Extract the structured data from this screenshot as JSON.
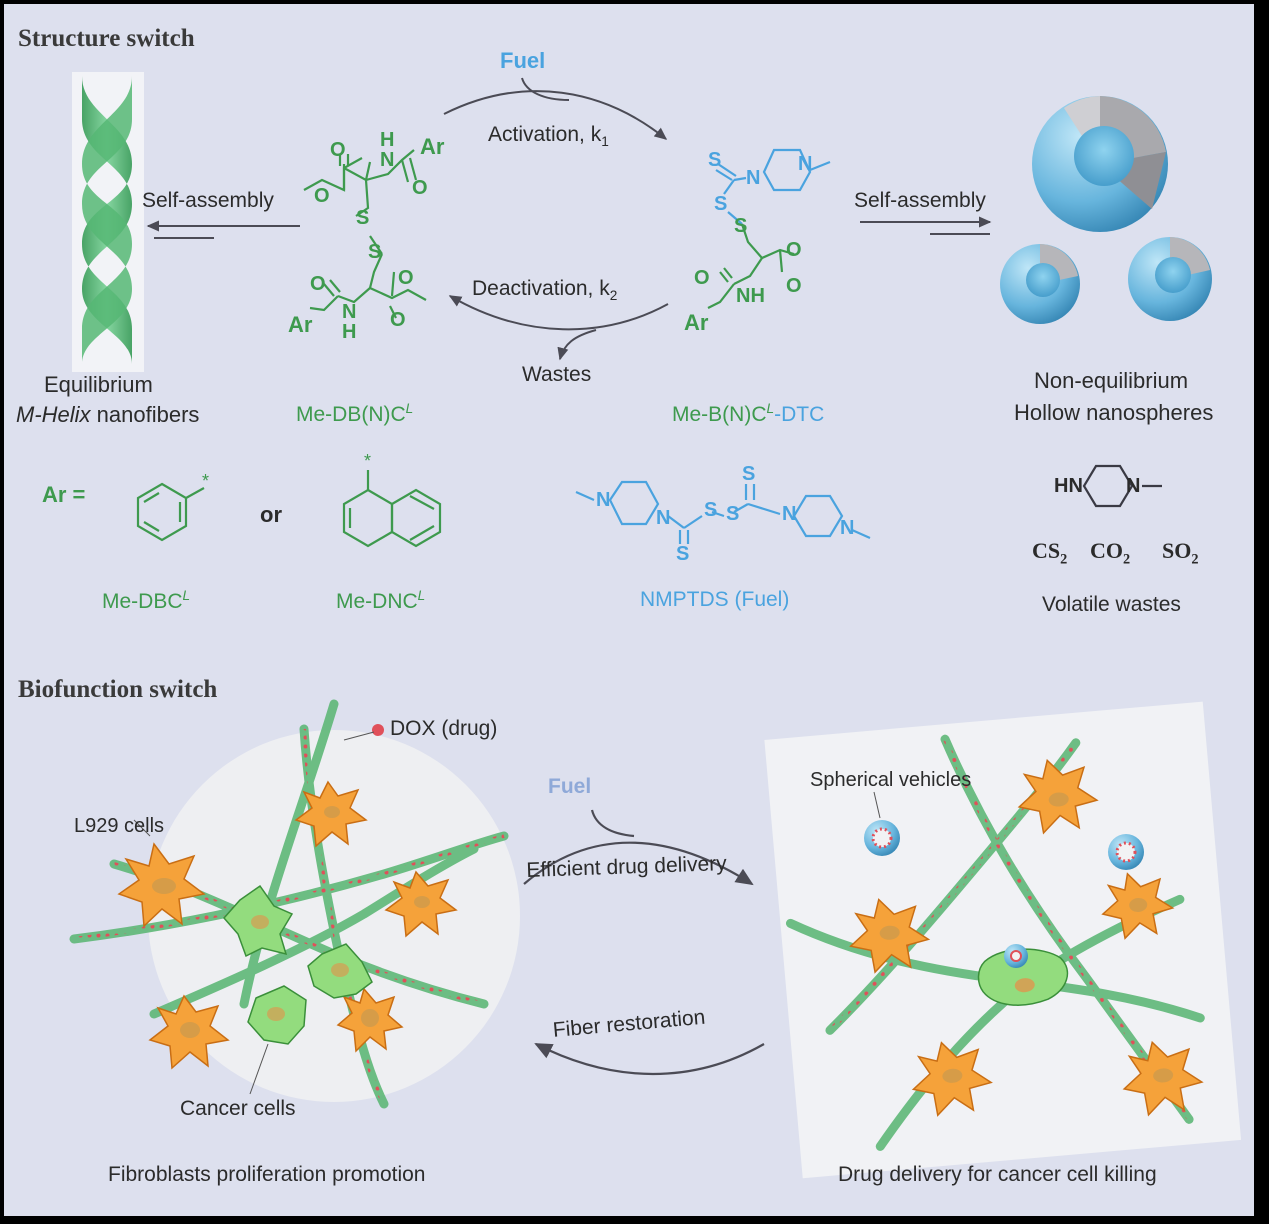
{
  "headings": {
    "structure": "Structure switch",
    "biofunction": "Biofunction switch"
  },
  "top": {
    "fuel": "Fuel",
    "activation": "Activation, k",
    "activation_sub": "1",
    "deactivation": "Deactivation, k",
    "deactivation_sub": "2",
    "wastes": "Wastes",
    "self_assembly_left": "Self-assembly",
    "self_assembly_right": "Self-assembly",
    "equilibrium_line1": "Equilibrium",
    "equilibrium_line2_italic": "M-Helix",
    "equilibrium_line2_rest": " nanofibers",
    "nonequilibrium_line1": "Non-equilibrium",
    "nonequilibrium_line2": "Hollow nanospheres",
    "left_molecule": "Me-DB(N)C",
    "left_molecule_sup": "L",
    "right_molecule": "Me-B(N)C",
    "right_molecule_sup": "L",
    "right_molecule_suffix": "-DTC"
  },
  "chem": {
    "ar": "Ar",
    "ar_eq": "Ar =",
    "or": "or",
    "o": "O",
    "s": "S",
    "h": "H",
    "n": "N",
    "nh": "NH",
    "hn": "HN",
    "star": "*",
    "dbc": "Me-DBC",
    "dbc_sup": "L",
    "dnc": "Me-DNC",
    "dnc_sup": "L",
    "fuel_name": "NMPTDS (Fuel)",
    "cs2": "CS",
    "co2": "CO",
    "so2": "SO",
    "two": "2",
    "volatile": "Volatile wastes"
  },
  "bottom": {
    "dox": "DOX (drug)",
    "l929": "L929 cells",
    "cancer": "Cancer cells",
    "fibro": "Fibroblasts proliferation promotion",
    "fuel": "Fuel",
    "efficient": "Efficient drug delivery",
    "fiber": "Fiber restoration",
    "vehicles": "Spherical vehicles",
    "drug_delivery": "Drug delivery for cancer cell killing"
  },
  "colors": {
    "background": "#dde0ee",
    "green": "#3e9a4e",
    "blue": "#4aa3df",
    "fiber_green": "#6fc98a",
    "orange_cell": "#f5a23a",
    "drug_red": "#e0505a",
    "sphere_blue": "#79b8d8"
  }
}
